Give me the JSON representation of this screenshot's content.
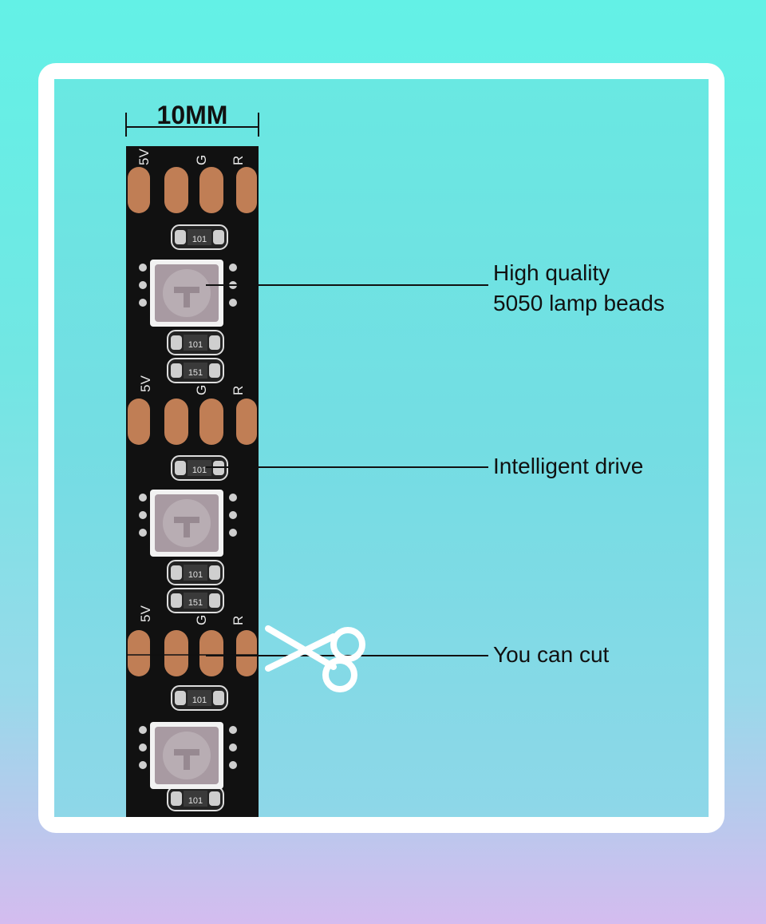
{
  "width_label": "10MM",
  "callouts": [
    {
      "lines": [
        "High quality",
        "5050 lamp beads"
      ]
    },
    {
      "lines": [
        "Intelligent drive"
      ]
    },
    {
      "lines": [
        "You can cut"
      ]
    }
  ],
  "strip_markings": {
    "voltage": "5V",
    "channels": [
      "G",
      "R"
    ],
    "resistor_codes": [
      "101",
      "151"
    ]
  },
  "icons": [
    "scissors-icon"
  ],
  "colors": {
    "background_top": "#63f1e6",
    "background_bottom": "#d4bcef",
    "frame": "#ffffff",
    "pcb": "#111111",
    "copper_pad": "#c07e55",
    "led": "#a89aa2"
  }
}
